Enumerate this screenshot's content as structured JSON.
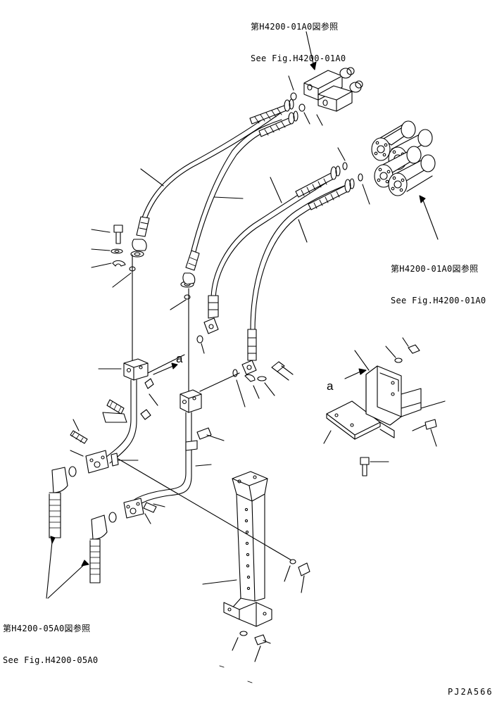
{
  "notes": {
    "top": {
      "jp": "第H4200-01A0図参照",
      "en": "See Fig.H4200-01A0"
    },
    "right": {
      "jp": "第H4200-01A0図参照",
      "en": "See Fig.H4200-01A0"
    },
    "bottom_left": {
      "jp": "第H4200-05A0図参照",
      "en": "See Fig.H4200-05A0"
    }
  },
  "callouts": {
    "a_left": "a",
    "a_right": "a"
  },
  "drawing_code": "PJ2A566",
  "colors": {
    "line": "#000000",
    "background": "#ffffff"
  }
}
